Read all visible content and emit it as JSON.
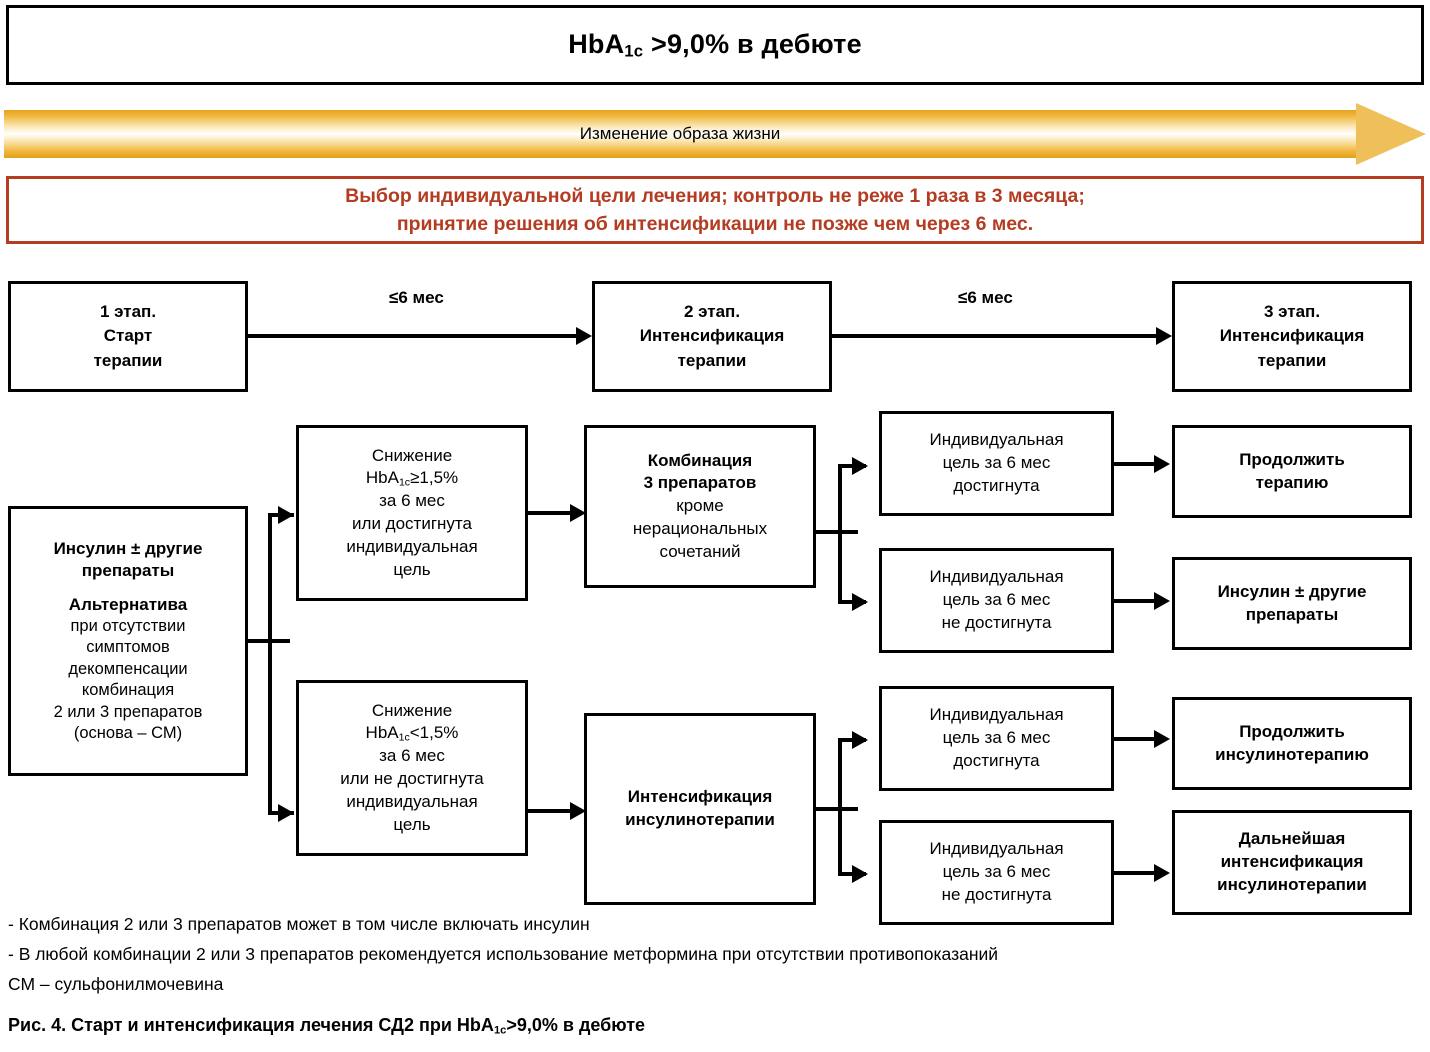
{
  "title_box": {
    "prefix": "HbA",
    "subscript": "1c",
    "suffix": " >9,0% в дебюте"
  },
  "lifestyle_arrow": {
    "label": "Изменение образа жизни",
    "color_dark": "#e8a21b",
    "color_light": "#ffffff"
  },
  "goal_box": {
    "line1": "Выбор индивидуальной цели лечения; контроль не реже 1 раза в 3 месяца;",
    "line2": "принятие решения об интенсификации не позже чем через 6 мес.",
    "color": "#b43c22"
  },
  "stages": [
    {
      "line1": "1 этап.",
      "line2": "Старт",
      "line3": "терапии"
    },
    {
      "line1": "2 этап.",
      "line2": "Интенсификация",
      "line3": "терапии"
    },
    {
      "line1": "3 этап.",
      "line2": "Интенсификация",
      "line3": "терапии"
    }
  ],
  "stage_edge_labels": {
    "first": "≤6 мес",
    "second": "≤6 мес"
  },
  "start_box": {
    "head": "Инсулин ± другие",
    "head2": "препараты",
    "alt_head": "Альтернатива",
    "sub_lines": [
      "при отсутствии",
      "симптомов",
      "декомпенсации",
      "комбинация",
      "2 или 3 препаратов",
      "(основа – СМ)"
    ]
  },
  "branch_upper": {
    "l1": "Снижение",
    "l2_prefix": "HbA",
    "l2_sub": "1c",
    "l2_suffix": "≥1,5%",
    "l3": "за 6 мес",
    "l4": "или достигнута",
    "l5": "индивидуальная",
    "l6": "цель"
  },
  "branch_lower": {
    "l1": "Снижение",
    "l2_prefix": "HbA",
    "l2_sub": "1c",
    "l2_suffix": "<1,5%",
    "l3": "за 6 мес",
    "l4": "или не достигнута",
    "l5": "индивидуальная",
    "l6": "цель"
  },
  "combo_box": {
    "head1": "Комбинация",
    "head2": "3 препаратов",
    "sub1": "кроме",
    "sub2": "нерациональных",
    "sub3": "сочетаний"
  },
  "insulin_intens_box": {
    "l1": "Интенсификация",
    "l2": "инсулинотерапии"
  },
  "goal_results": [
    {
      "l1": "Индивидуальная",
      "l2": "цель за 6 мес",
      "l3": "достигнута"
    },
    {
      "l1": "Индивидуальная",
      "l2": "цель за 6 мес",
      "l3": "не достигнута"
    },
    {
      "l1": "Индивидуальная",
      "l2": "цель за 6 мес",
      "l3": "достигнута"
    },
    {
      "l1": "Индивидуальная",
      "l2": "цель за 6 мес",
      "l3": "не достигнута"
    }
  ],
  "outcomes": [
    {
      "l1": "Продолжить",
      "l2": "терапию",
      "l3": ""
    },
    {
      "l1": "Инсулин ± другие",
      "l2": "препараты",
      "l3": ""
    },
    {
      "l1": "Продолжить",
      "l2": "инсулинотерапию",
      "l3": ""
    },
    {
      "l1": "Дальнейшая",
      "l2": "интенсификация",
      "l3": "инсулинотерапии"
    }
  ],
  "notes": [
    "- Комбинация 2 или 3 препаратов может в том числе включать инсулин",
    "- В любой комбинации 2 или 3 препаратов рекомендуется использование метформина при отсутствии противопоказаний",
    "СМ – сульфонилмочевина"
  ],
  "caption": {
    "prefix": "Рис. 4.  Старт и интенсификация лечения СД2 при HbA",
    "subscript": "1c",
    "suffix": ">9,0% в дебюте"
  }
}
